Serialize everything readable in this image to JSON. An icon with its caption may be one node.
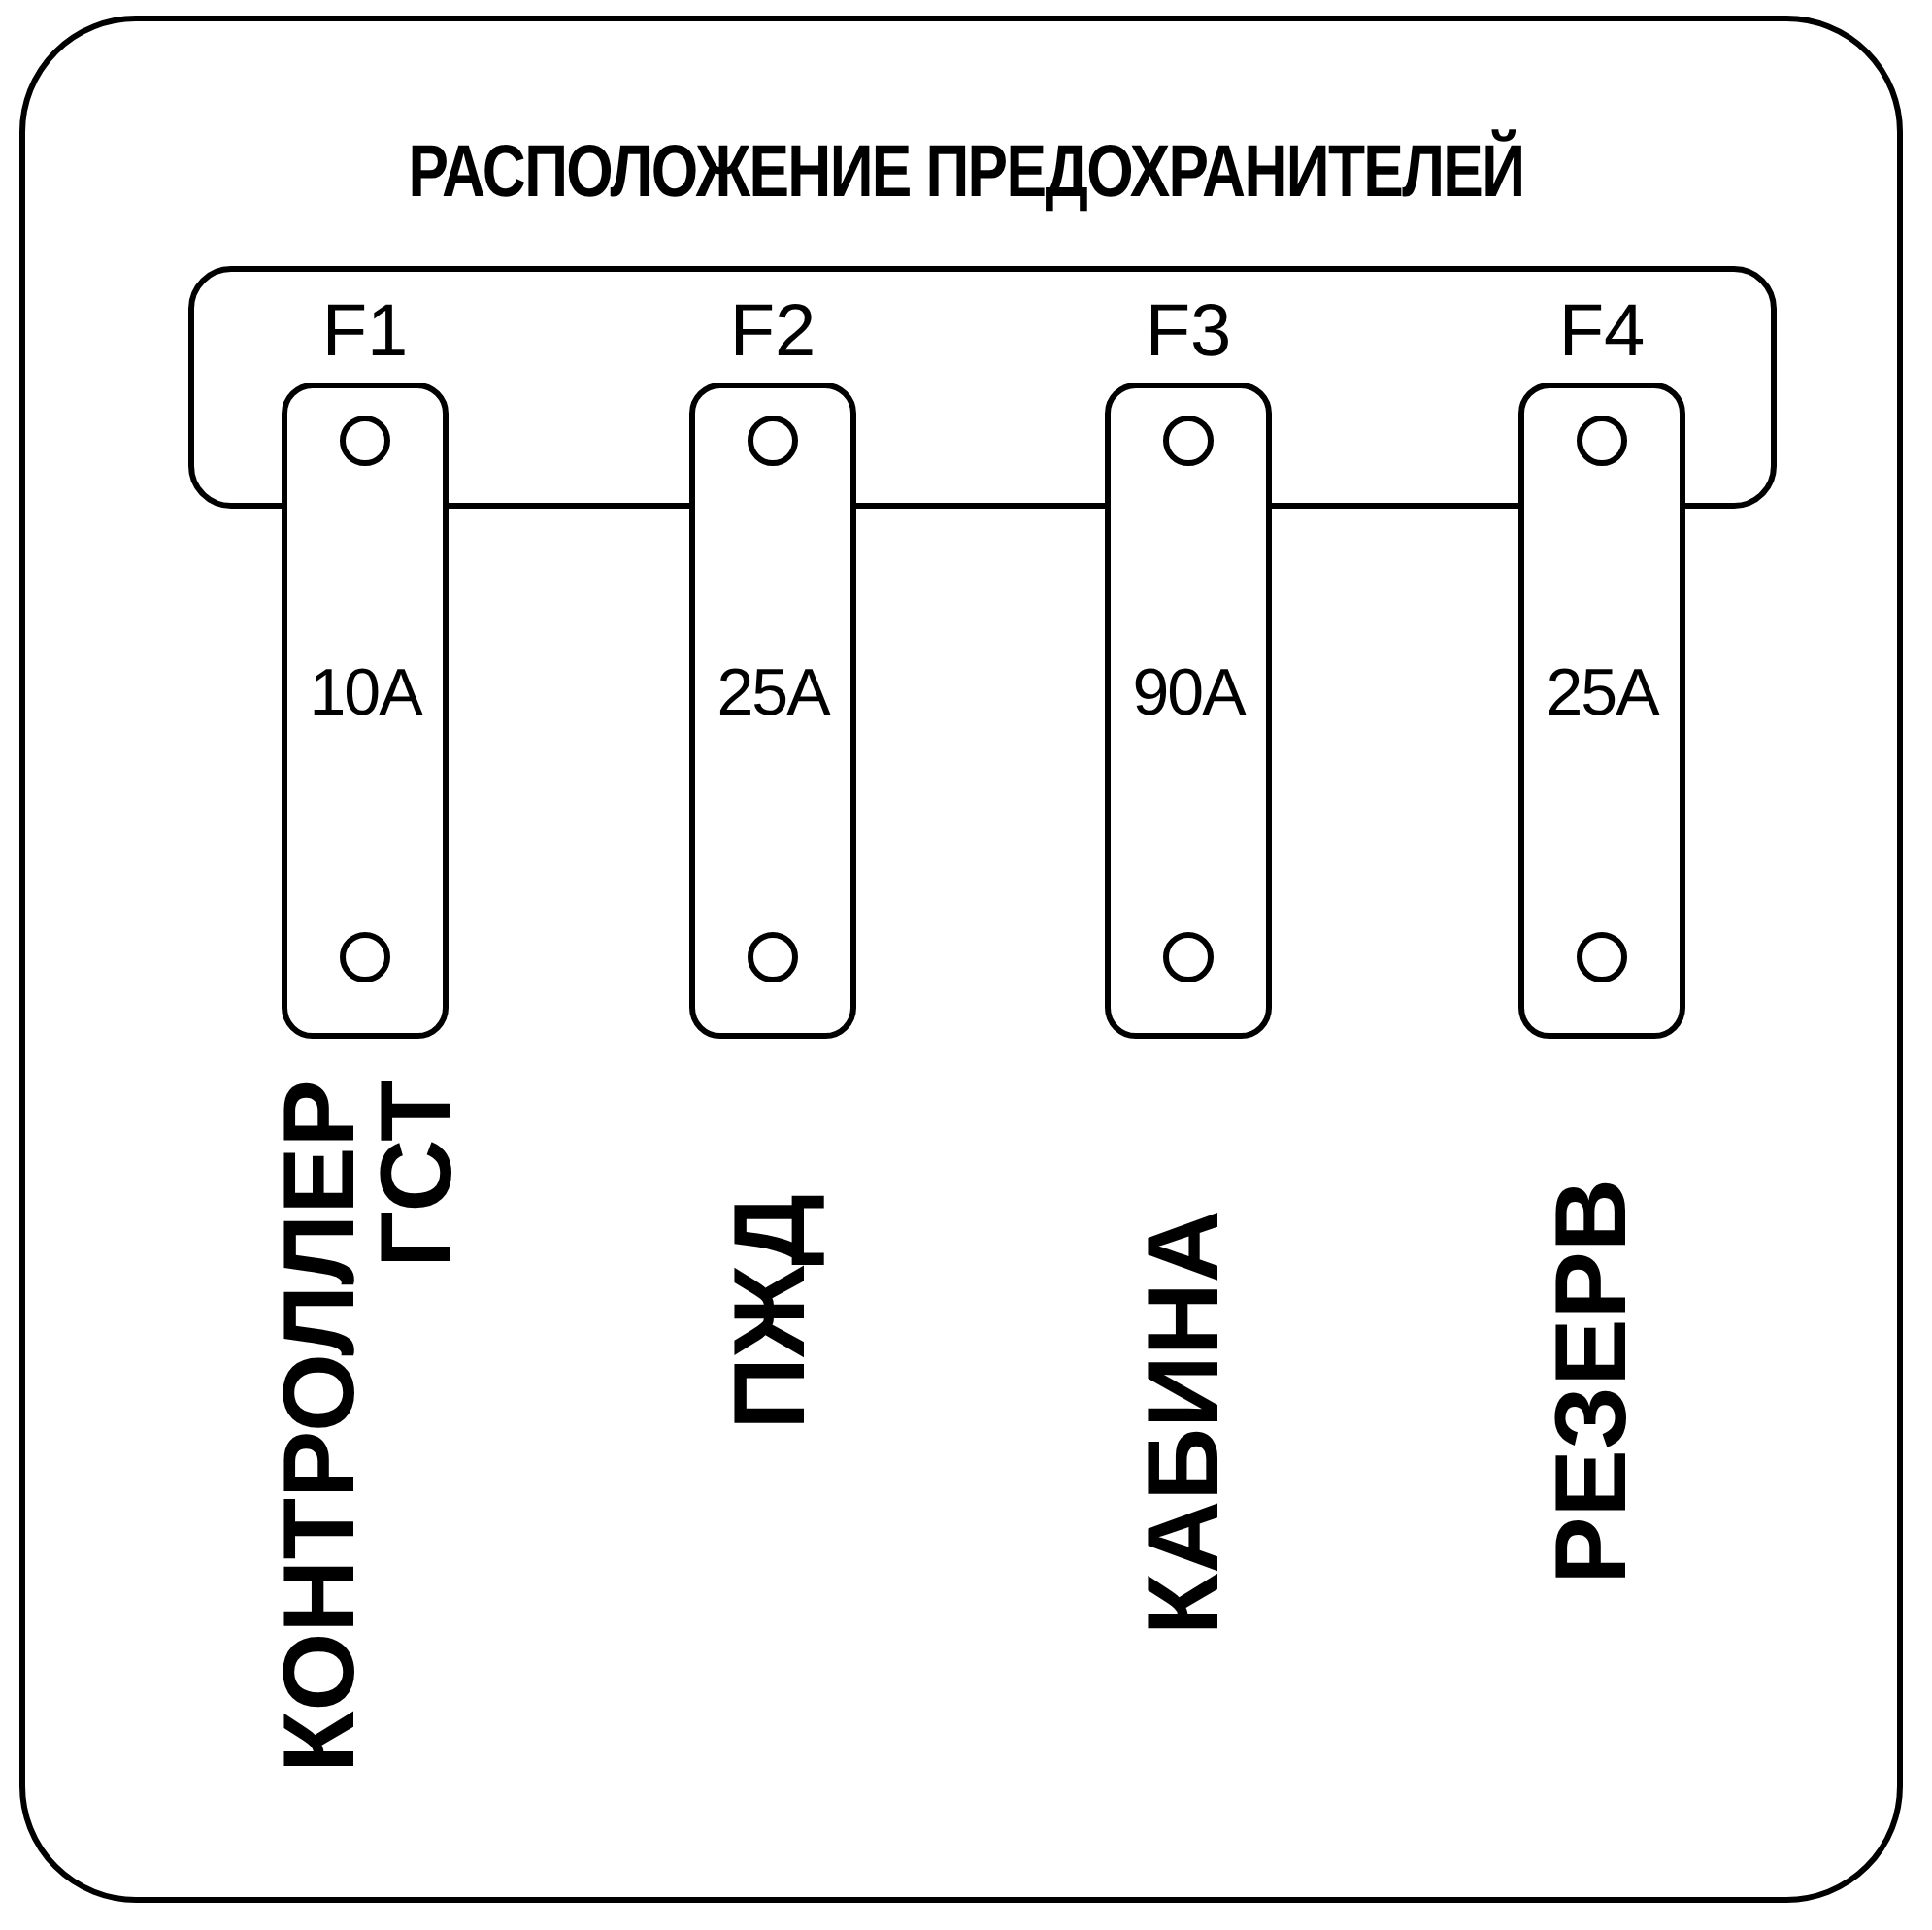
{
  "diagram": {
    "title": "РАСПОЛОЖЕНИЕ ПРЕДОХРАНИТЕЛЕЙ",
    "nodes": [
      {
        "text": [
          "10A"
        ],
        "beside": [
          "F1",
          "КОНТРОЛЛЕР ГСТ"
        ]
      },
      {
        "text": [
          "25A"
        ],
        "beside": [
          "F2",
          "ПЖД"
        ]
      },
      {
        "text": [
          "90A"
        ],
        "beside": [
          "F3",
          "КАБИНА"
        ]
      },
      {
        "text": [
          "25A"
        ],
        "beside": [
          "F4",
          "РЕЗЕРВ"
        ]
      }
    ],
    "edges": []
  }
}
